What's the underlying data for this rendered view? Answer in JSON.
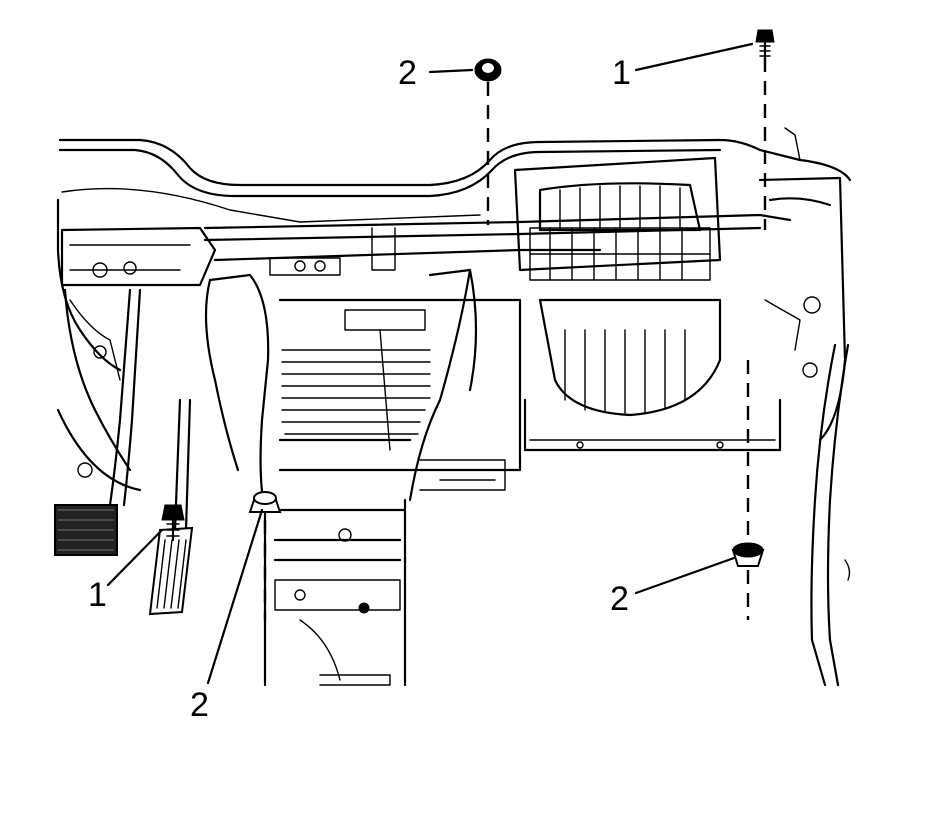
{
  "callouts": {
    "top_left": "2",
    "top_right": "1",
    "bottom_left_a": "1",
    "bottom_left_b": "2",
    "bottom_right": "2"
  },
  "parts": [
    {
      "number": "1",
      "kind": "bolt"
    },
    {
      "number": "2",
      "kind": "nut"
    }
  ]
}
